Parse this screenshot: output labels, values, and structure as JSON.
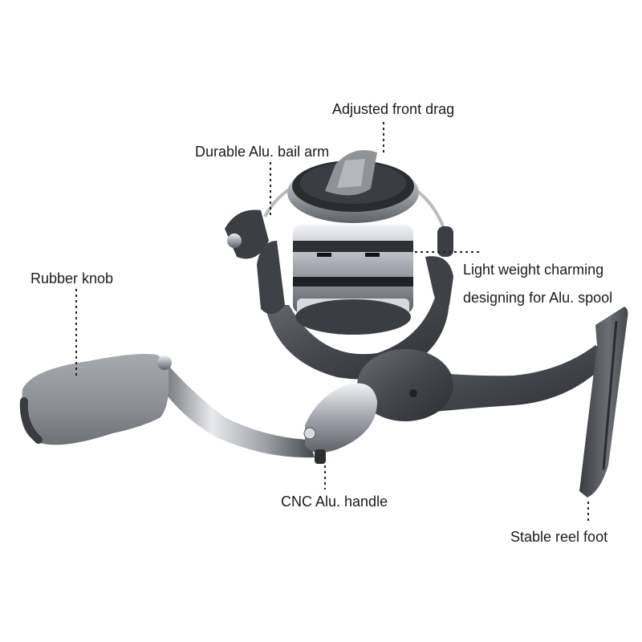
{
  "product": {
    "name": "spinning fishing reel"
  },
  "callouts": {
    "adjusted_front_drag": "Adjusted front drag",
    "durable_bail_arm": "Durable Alu. bail arm",
    "rubber_knob": "Rubber knob",
    "spool_line1": "Light weight charming",
    "spool_line2": "designing for Alu. spool",
    "cnc_handle": "CNC Alu. handle",
    "reel_foot": "Stable reel foot"
  },
  "colors": {
    "background": "#ffffff",
    "text": "#1a1a1a",
    "leader_line": "#222222",
    "body_dark": "#4a4d52",
    "knob_grey": "#8e9196",
    "metal": "#c9ccd0"
  }
}
